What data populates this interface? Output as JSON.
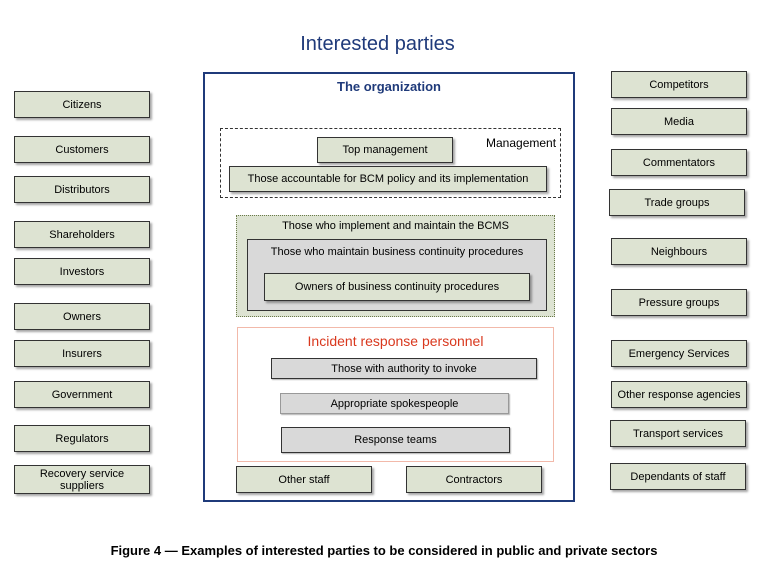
{
  "title": "Interested parties",
  "organization": {
    "title": "The organization",
    "management": {
      "label": "Management",
      "top": "Top management",
      "accountable": "Those accountable for BCM policy and its implementation"
    },
    "bcms": {
      "label": "Those who implement and maintain the BCMS",
      "maintain_label": "Those who maintain business continuity procedures",
      "owners": "Owners of business continuity procedures"
    },
    "incident": {
      "label": "Incident response personnel",
      "items": [
        "Those with authority to invoke",
        "Appropriate spokespeople",
        "Response teams"
      ]
    },
    "bottom": [
      "Other staff",
      "Contractors"
    ]
  },
  "left_parties": [
    "Citizens",
    "Customers",
    "Distributors",
    "Shareholders",
    "Investors",
    "Owners",
    "Insurers",
    "Government",
    "Regulators",
    "Recovery service suppliers"
  ],
  "right_parties": [
    "Competitors",
    "Media",
    "Commentators",
    "Trade groups",
    "Neighbours",
    "Pressure groups",
    "Emergency Services",
    "Other response agencies",
    "Transport services",
    "Dependants of staff"
  ],
  "caption": "Figure 4 — Examples of interested parties to be considered in public and private sectors"
}
